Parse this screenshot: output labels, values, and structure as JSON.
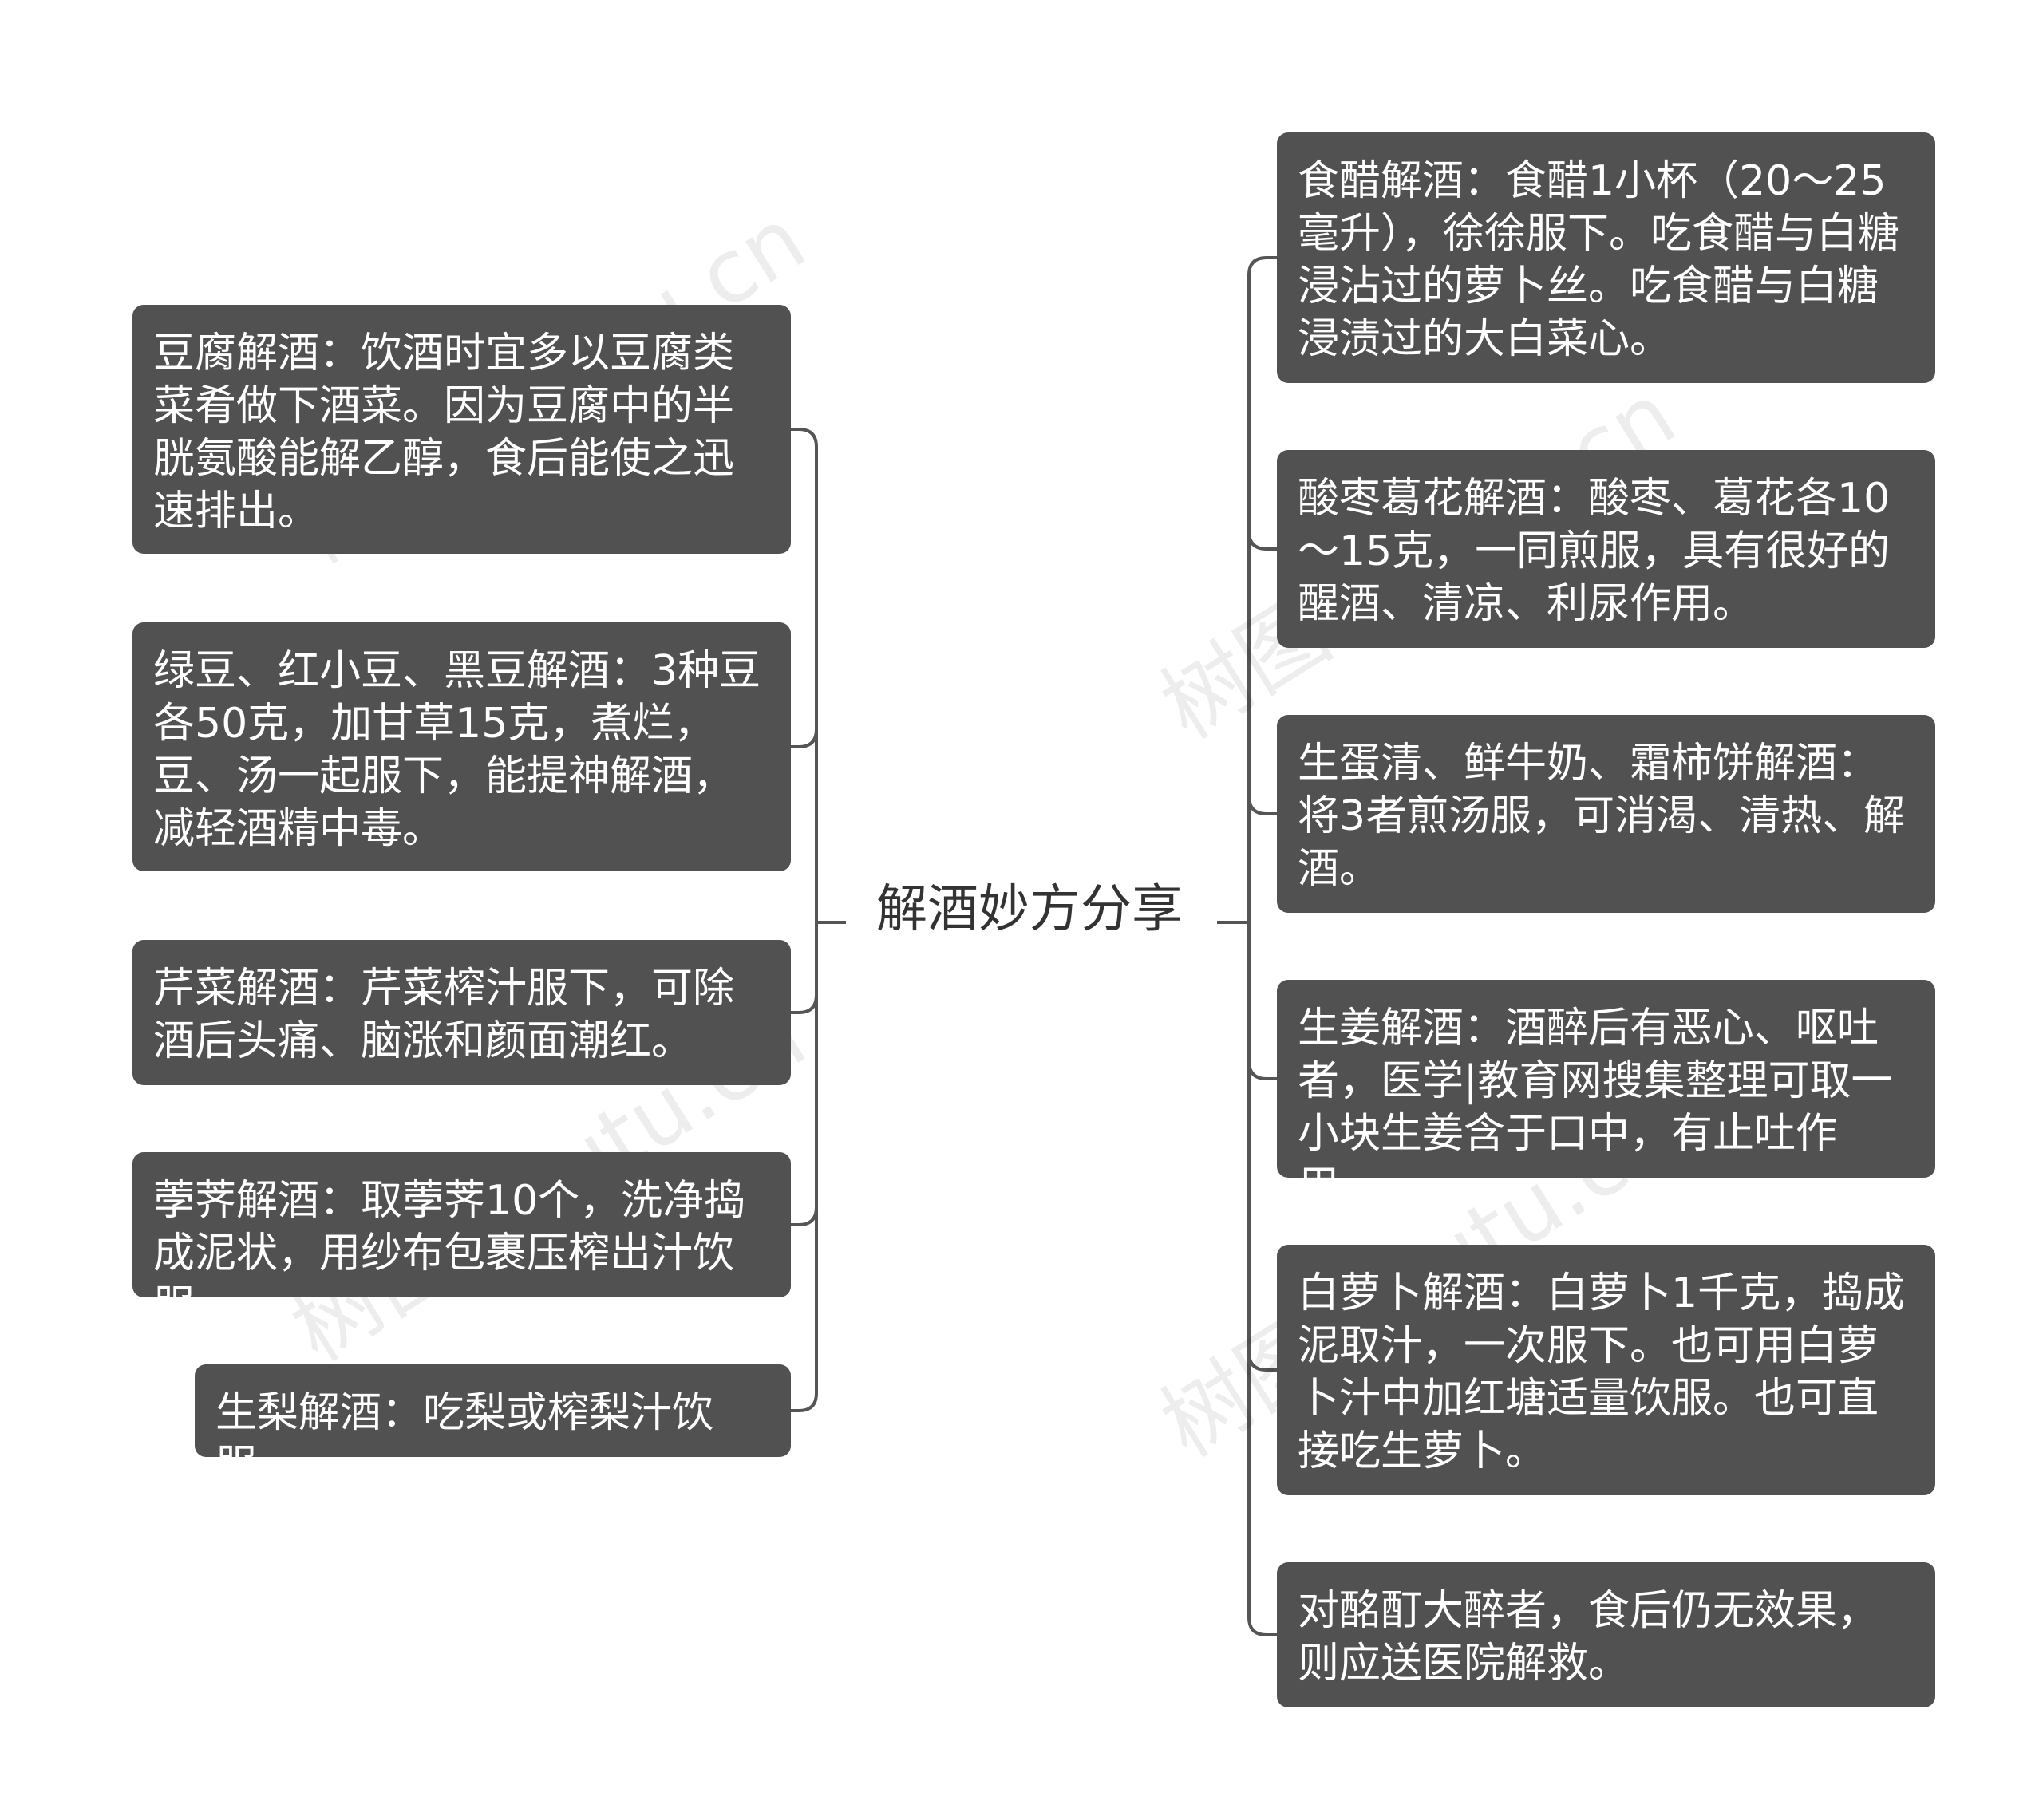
{
  "root": {
    "label": "解酒妙方分享"
  },
  "left_nodes": [
    {
      "text": "豆腐解酒：饮酒时宜多以豆腐类菜肴做下酒菜。因为豆腐中的半胱氨酸能解乙醇，食后能使之迅速排出。"
    },
    {
      "text": "绿豆、红小豆、黑豆解酒：3种豆各50克，加甘草15克，煮烂，豆、汤一起服下，能提神解酒，减轻酒精中毒。"
    },
    {
      "text": "芹菜解酒：芹菜榨汁服下，可除酒后头痛、脑涨和颜面潮红。"
    },
    {
      "text": "荸荠解酒：取荸荠10个，洗净捣成泥状，用纱布包裹压榨出汁饮服。"
    },
    {
      "text": "生梨解酒：吃梨或榨梨汁饮服。"
    }
  ],
  "right_nodes": [
    {
      "text": "食醋解酒：食醋1小杯（20～25毫升），徐徐服下。吃食醋与白糖浸沾过的萝卜丝。吃食醋与白糖浸渍过的大白菜心。"
    },
    {
      "text": "酸枣葛花解酒：酸枣、葛花各10～15克，一同煎服，具有很好的醒酒、清凉、利尿作用。"
    },
    {
      "text": "生蛋清、鲜牛奶、霜柿饼解酒：将3者煎汤服，可消渴、清热、解酒。"
    },
    {
      "text": "生姜解酒：酒醉后有恶心、呕吐者，医学|教育网搜集整理可取一小块生姜含于口中，有止吐作用。"
    },
    {
      "text": "白萝卜解酒：白萝卜1千克，捣成泥取汁，一次服下。也可用白萝卜汁中加红塘适量饮服。也可直接吃生萝卜。"
    },
    {
      "text": "对酩酊大醉者，食后仍无效果，则应送医院解救。"
    }
  ],
  "watermark": {
    "text": "树图 shutu.cn"
  },
  "colors": {
    "node_fill": "#515151",
    "node_text": "#ffffff",
    "connector": "#555555",
    "root_text": "#333333"
  }
}
